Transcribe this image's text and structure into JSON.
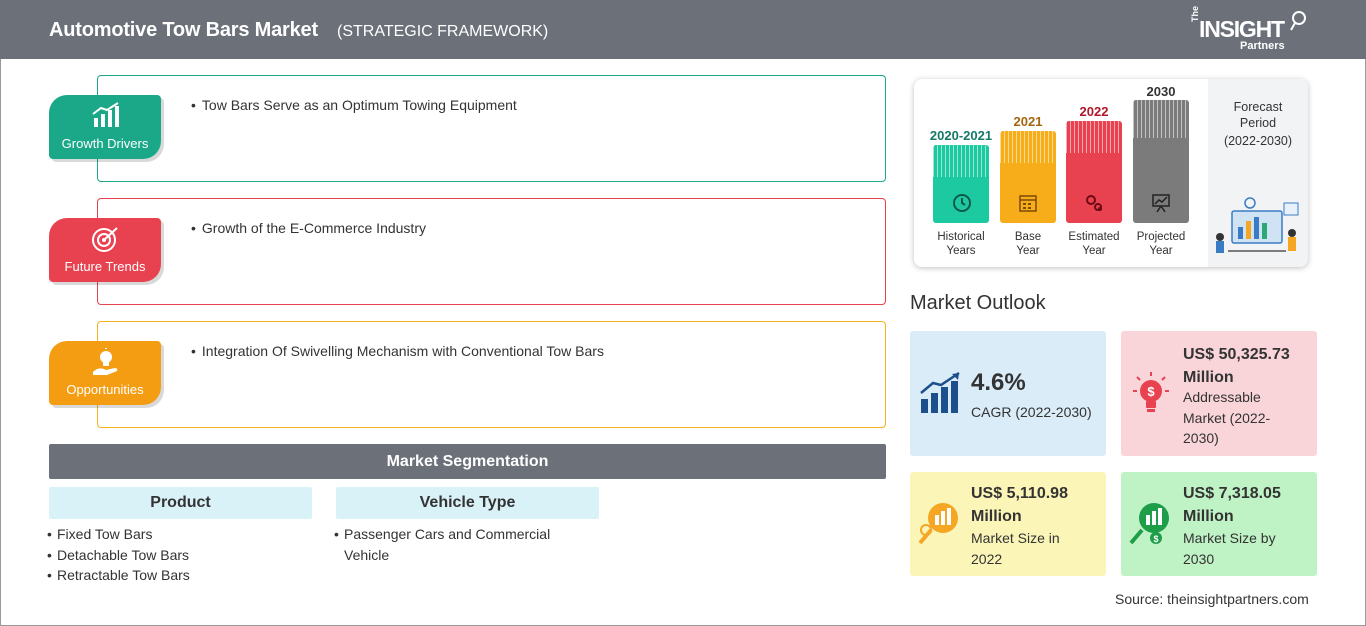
{
  "header": {
    "title": "Automotive Tow Bars Market",
    "subtitle": "(STRATEGIC FRAMEWORK)",
    "logo": {
      "the": "The",
      "insight": "INSIGHT",
      "partners": "Partners"
    }
  },
  "framework": [
    {
      "label": "Growth Drivers",
      "point": "Tow Bars Serve as an Optimum Towing Equipment",
      "color": "#1aa889",
      "icon": "chart-growth-icon"
    },
    {
      "label": "Future Trends",
      "point": "Growth of the E-Commerce Industry",
      "color": "#e8414f",
      "icon": "target-icon"
    },
    {
      "label": "Opportunities",
      "point": "Integration Of Swivelling Mechanism with Conventional Tow Bars",
      "color": "#f59d12",
      "icon": "lightbulb-hand-icon"
    }
  ],
  "segmentation": {
    "title": "Market Segmentation",
    "columns": [
      {
        "heading": "Product",
        "items": [
          "Fixed Tow Bars",
          "Detachable Tow Bars",
          "Retractable Tow Bars"
        ]
      },
      {
        "heading": "Vehicle Type",
        "items": [
          "Passenger Cars and Commercial Vehicle"
        ]
      }
    ]
  },
  "timeline": {
    "columns": [
      {
        "year": "2020-2021",
        "caption_1": "Historical",
        "caption_2": "Years",
        "color": "#1dc9a0",
        "year_color": "#157a66",
        "icon": "history-icon"
      },
      {
        "year": "2021",
        "caption_1": "Base",
        "caption_2": "Year",
        "color": "#f7ad1a",
        "year_color": "#a5640f",
        "icon": "calendar-icon"
      },
      {
        "year": "2022",
        "caption_1": "Estimated",
        "caption_2": "Year",
        "color": "#e8414f",
        "year_color": "#b0172a",
        "icon": "gears-icon"
      },
      {
        "year": "2030",
        "caption_1": "Projected",
        "caption_2": "Year",
        "color": "#7b7b7b",
        "year_color": "#333333",
        "icon": "presentation-icon"
      }
    ],
    "forecast_label_1": "Forecast",
    "forecast_label_2": "Period",
    "forecast_range": "(2022-2030)"
  },
  "outlook": {
    "title": "Market Outlook",
    "cagr": {
      "value": "4.6%",
      "label": "CAGR (2022-2030)",
      "color": "#d9ecf7"
    },
    "addressable": {
      "value_1": "US$ 50,325.73",
      "value_2": "Million",
      "label_1": "Addressable",
      "label_2": "Market (2022-",
      "label_3": "2030)",
      "color": "#f9d5d9"
    },
    "size_2022": {
      "value_1": "US$ 5,110.98",
      "value_2": "Million",
      "label_1": "Market Size in",
      "label_2": "2022",
      "color": "#fbf5b8"
    },
    "size_2030": {
      "value_1": "US$ 7,318.05",
      "value_2": "Million",
      "label_1": "Market Size by",
      "label_2": "2030",
      "color": "#bff2c4"
    }
  },
  "source": "Source: theinsightpartners.com"
}
